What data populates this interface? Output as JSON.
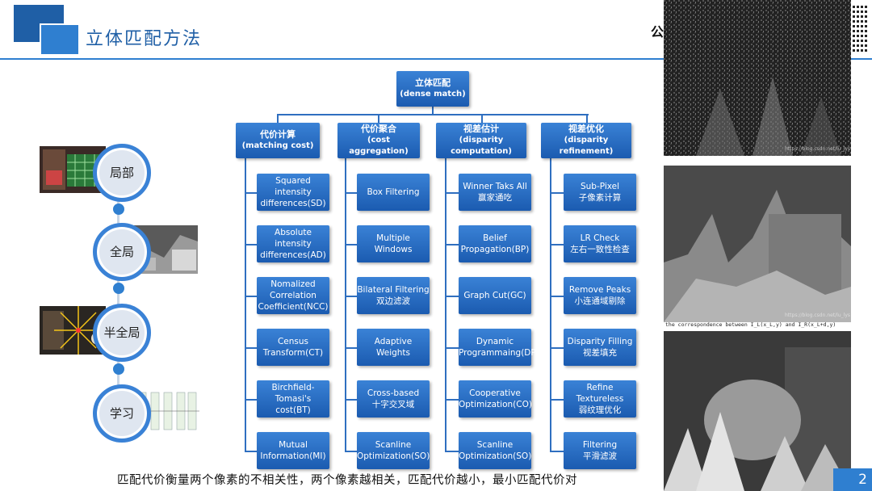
{
  "header": {
    "title": "立体匹配方法",
    "corner_text": "公"
  },
  "tree": {
    "root": {
      "zh": "立体匹配",
      "en": "(dense match)"
    },
    "categories": [
      {
        "zh": "代价计算",
        "en": "(matching cost)",
        "items": [
          {
            "l1": "Squared intensity",
            "l2": "differences(SD)"
          },
          {
            "l1": "Absolute intensity",
            "l2": "differences(AD)"
          },
          {
            "l1": "Nomalized",
            "l2": "Correlation",
            "l3": "Coefficient(NCC)"
          },
          {
            "l1": "Census",
            "l2": "Transform(CT)"
          },
          {
            "l1": "Birchfield-Tomasi's",
            "l2": "cost(BT)"
          },
          {
            "l1": "Mutual",
            "l2": "Information(MI)"
          }
        ]
      },
      {
        "zh": "代价聚合",
        "en": "(cost aggregation)",
        "items": [
          {
            "l1": "Box Filtering"
          },
          {
            "l1": "Multiple Windows"
          },
          {
            "l1": "Bilateral Filtering",
            "l2": "双边滤波"
          },
          {
            "l1": "Adaptive Weights"
          },
          {
            "l1": "Cross-based",
            "l2": "十字交叉域"
          },
          {
            "l1": "Scanline",
            "l2": "Optimization(SO)"
          }
        ]
      },
      {
        "zh": "视差估计",
        "en": "(disparity computation)",
        "items": [
          {
            "l1": "Winner Taks All",
            "l2": "赢家通吃"
          },
          {
            "l1": "Belief",
            "l2": "Propagation(BP)"
          },
          {
            "l1": "Graph Cut(GC)"
          },
          {
            "l1": "Dynamic",
            "l2": "Programmaing(DP)"
          },
          {
            "l1": "Cooperative",
            "l2": "Optimization(CO)"
          },
          {
            "l1": "Scanline",
            "l2": "Optimization(SO)"
          }
        ]
      },
      {
        "zh": "视差优化",
        "en": "(disparity refinement)",
        "items": [
          {
            "l1": "Sub-Pixel",
            "l2": "子像素计算"
          },
          {
            "l1": "LR Check",
            "l2": "左右一致性检查"
          },
          {
            "l1": "Remove Peaks",
            "l2": "小连通域剔除"
          },
          {
            "l1": "Disparity Filling",
            "l2": "视差填充"
          },
          {
            "l1": "Refine Textureless",
            "l2": "弱纹理优化"
          },
          {
            "l1": "Filtering",
            "l2": "平滑滤波"
          }
        ]
      }
    ]
  },
  "methods": [
    "局部",
    "全局",
    "半全局",
    "学习"
  ],
  "images": {
    "disp1_watermark": "https://blog.csdn.net/lu_lys",
    "disp2_watermark": "https://blog.csdn.net/lu_lys",
    "disp2_caption": "the correspondence between I_L(x_L,y) and I_R(x_L+d,y)"
  },
  "caption": "匹配代价衡量两个像素的不相关性，两个像素越相关，匹配代价越小，最小匹配代价对",
  "page_number": "2"
}
